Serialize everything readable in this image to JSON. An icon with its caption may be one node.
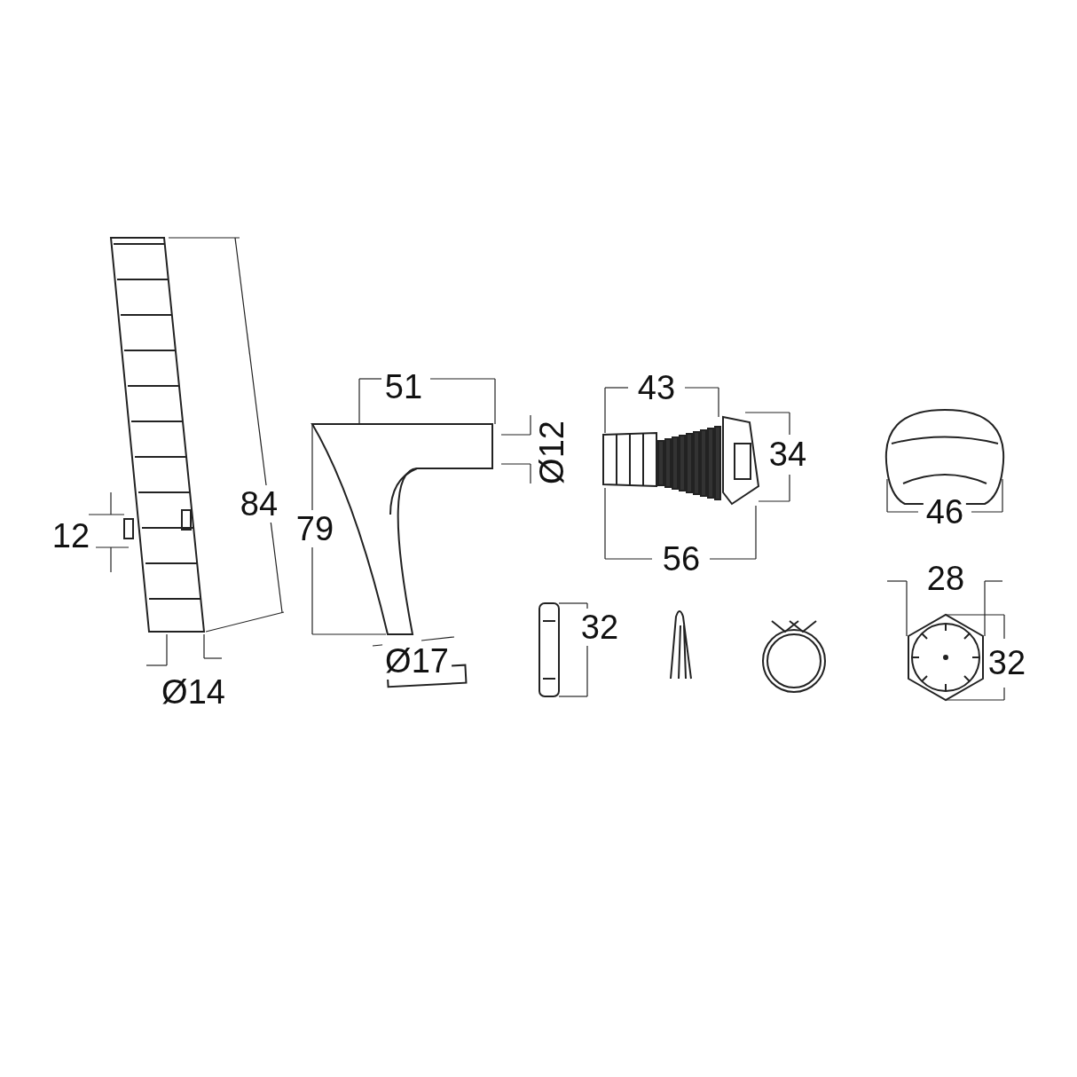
{
  "diagram": {
    "labels": [
      "84",
      "12",
      "Ø14",
      "51",
      "79",
      "Ø12",
      "Ø17",
      "43",
      "34",
      "56",
      "46",
      "32",
      "28",
      "32"
    ]
  }
}
